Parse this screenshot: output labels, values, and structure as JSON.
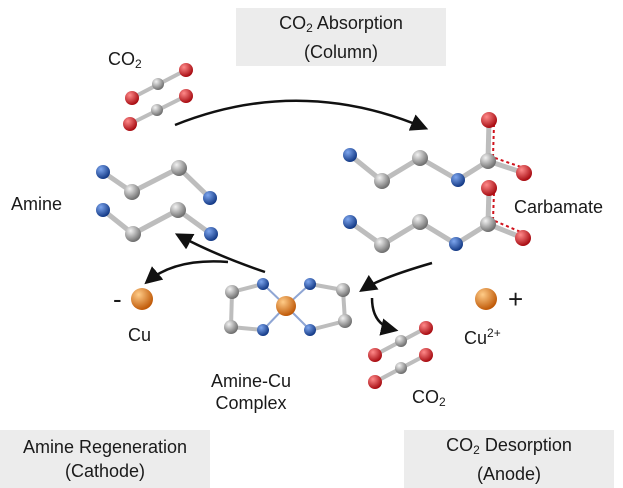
{
  "boxes": {
    "absorption": {
      "co2_main": "CO",
      "co2_sub": "2",
      "suffix": " Absorption",
      "line2": "(Column)"
    },
    "regeneration": {
      "line1": "Amine Regeneration",
      "line2": "(Cathode)"
    },
    "desorption": {
      "co2_main": "CO",
      "co2_sub": "2",
      "suffix": " Desorption",
      "line2": "(Anode)"
    }
  },
  "labels": {
    "co2_top": {
      "main": "CO",
      "sub": "2"
    },
    "amine": "Amine",
    "carbamate": "Carbamate",
    "minus": "-",
    "plus": "+",
    "cu": "Cu",
    "cu2": {
      "main": "Cu",
      "sup": "2+"
    },
    "complex_line1": "Amine-Cu",
    "complex_line2": "Complex",
    "co2_bottom": {
      "main": "CO",
      "sub": "2"
    }
  },
  "colors": {
    "carbon": "#8e8e8e",
    "nitrogen": "#1f4fa8",
    "oxygen": "#d0121c",
    "copper": "#e07818",
    "bond": "#bdbdbd",
    "box_bg": "#ececec",
    "arrow": "#111111"
  }
}
